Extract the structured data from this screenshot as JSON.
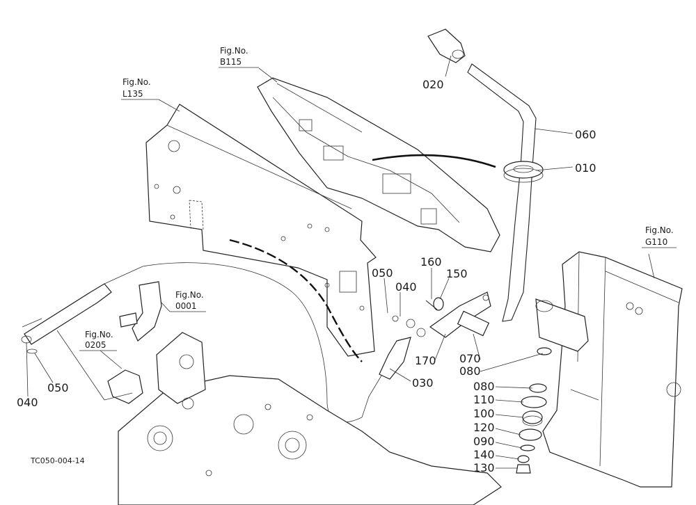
{
  "callouts": {
    "p020": "020",
    "p060": "060",
    "p010": "010",
    "p160": "160",
    "p150": "150",
    "p050a": "050",
    "p040a": "040",
    "p170": "170",
    "p070": "070",
    "p080a": "080",
    "p080b": "080",
    "p110": "110",
    "p100": "100",
    "p120": "120",
    "p090": "090",
    "p140": "140",
    "p130": "130",
    "p030": "030",
    "p040b": "040",
    "p050b": "050"
  },
  "figrefs": {
    "b115": {
      "title": "Fig.No.",
      "code": "B115"
    },
    "l135": {
      "title": "Fig.No.",
      "code": "L135"
    },
    "f0001": {
      "title": "Fig.No.",
      "code": "0001"
    },
    "f0205": {
      "title": "Fig.No.",
      "code": "0205"
    },
    "g110": {
      "title": "Fig.No.",
      "code": "G110"
    }
  },
  "drawing_code": "TC050-004-14"
}
